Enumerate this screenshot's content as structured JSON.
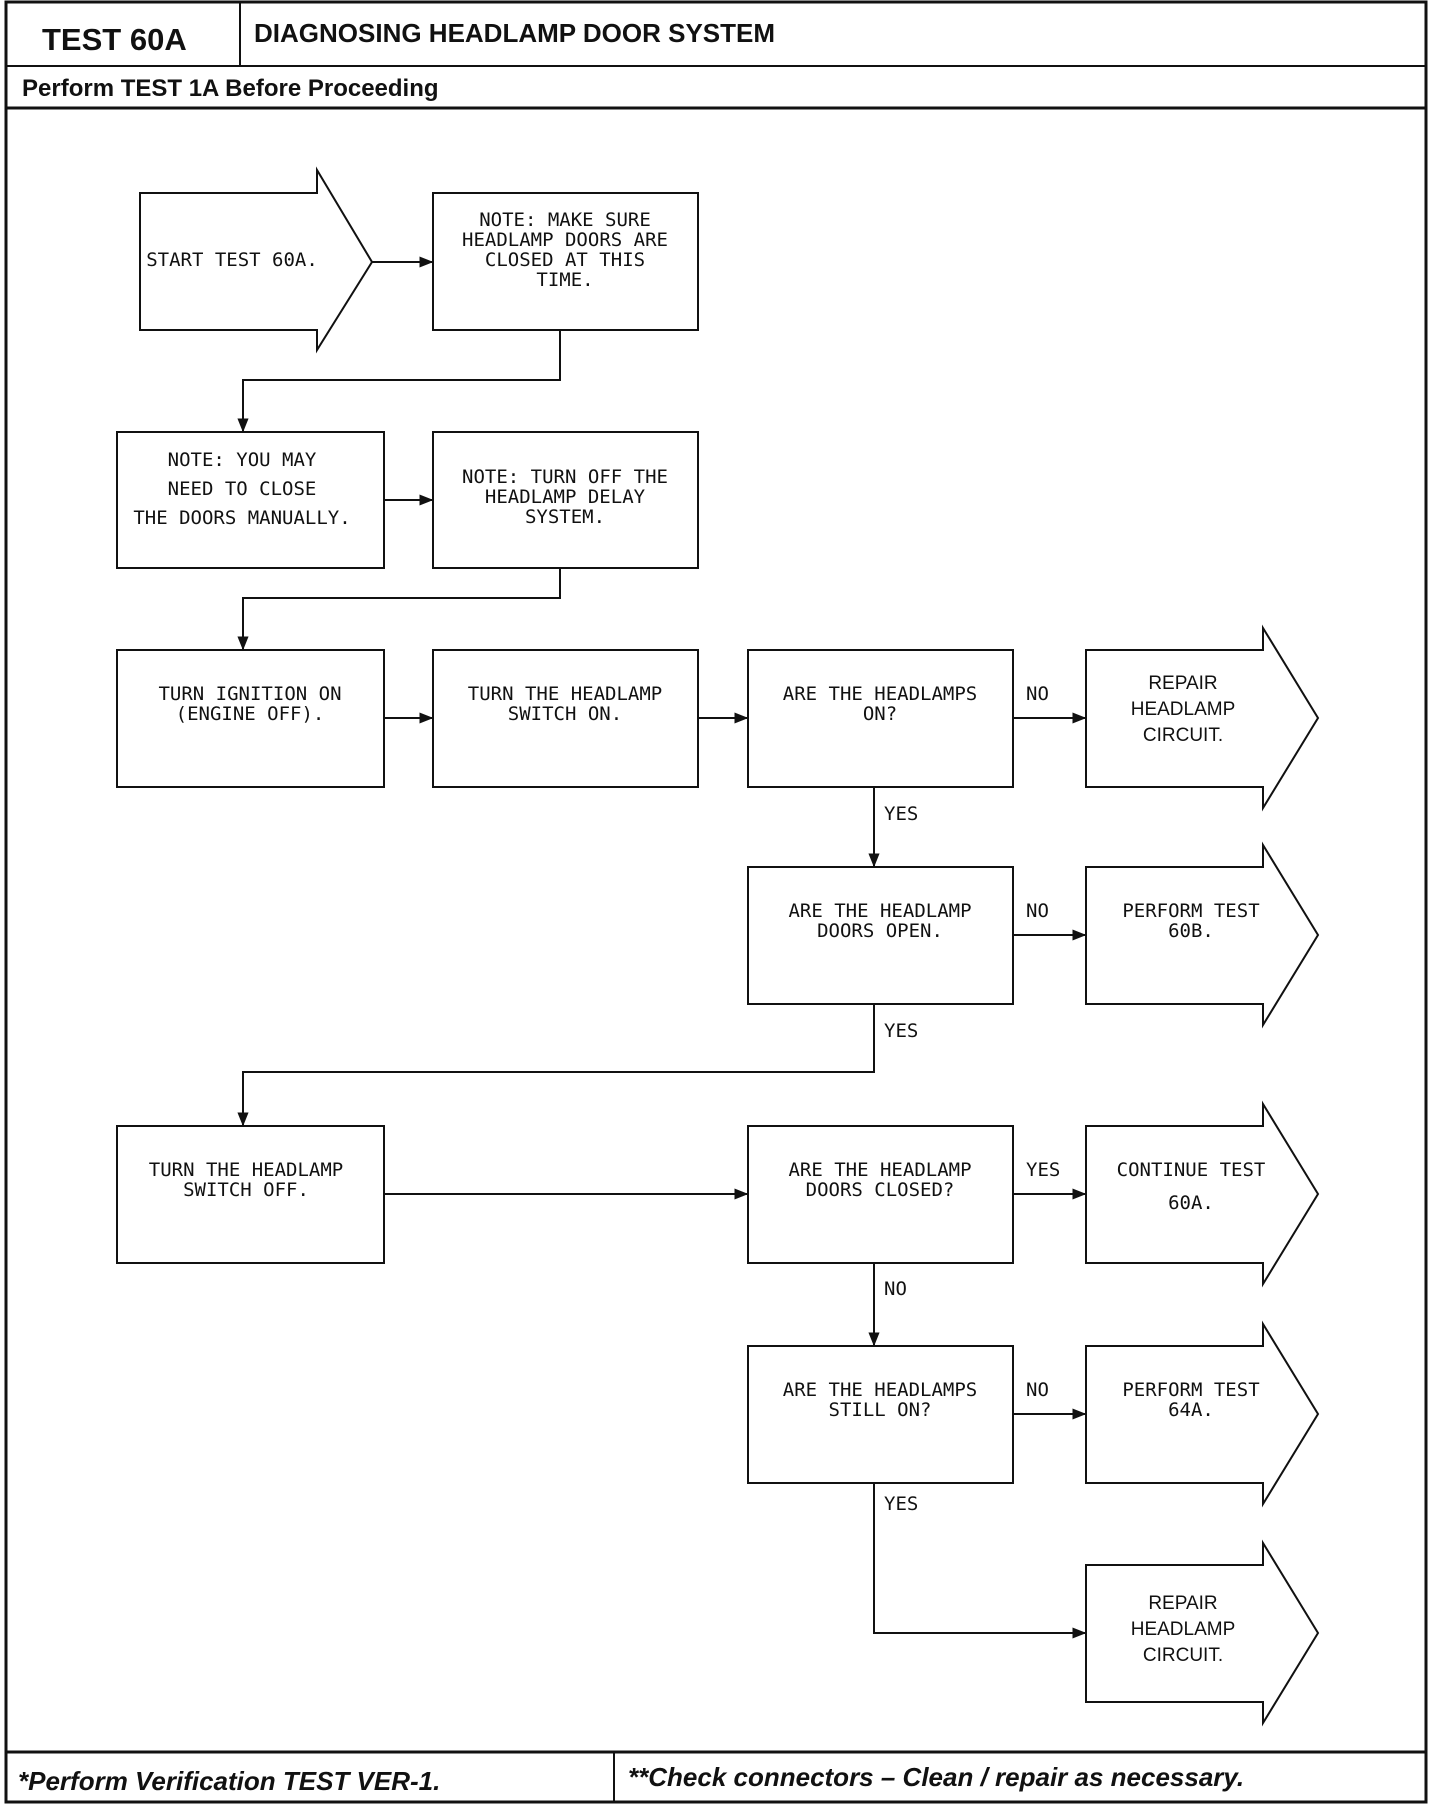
{
  "header": {
    "test_id": "TEST 60A",
    "title": "DIAGNOSING HEADLAMP DOOR SYSTEM",
    "prereq": "Perform TEST 1A Before Proceeding"
  },
  "footer": {
    "left": "*Perform Verification TEST VER-1.",
    "right": "**Check connectors – Clean / repair as necessary."
  },
  "flowchart": {
    "start": [
      "START TEST 60A."
    ],
    "note_closed": [
      "NOTE: MAKE SURE",
      "HEADLAMP DOORS ARE",
      "CLOSED AT THIS",
      "TIME."
    ],
    "note_manual": [
      "NOTE: YOU MAY",
      "NEED TO CLOSE",
      "THE DOORS MANUALLY."
    ],
    "note_delay": [
      "NOTE: TURN OFF THE",
      "HEADLAMP DELAY",
      "SYSTEM."
    ],
    "ignition_on": [
      "TURN IGNITION ON",
      "(ENGINE OFF)."
    ],
    "switch_on": [
      "TURN THE HEADLAMP",
      "SWITCH ON."
    ],
    "q_lamps_on": [
      "ARE THE HEADLAMPS",
      "ON?"
    ],
    "repair_1": [
      "REPAIR",
      "HEADLAMP",
      "CIRCUIT."
    ],
    "q_doors_open": [
      "ARE THE HEADLAMP",
      "DOORS OPEN."
    ],
    "perform_60b": [
      "PERFORM TEST",
      "60B."
    ],
    "switch_off": [
      "TURN THE HEADLAMP",
      "SWITCH OFF."
    ],
    "q_doors_closed": [
      "ARE THE HEADLAMP",
      "DOORS CLOSED?"
    ],
    "continue_60a": [
      "CONTINUE TEST",
      "60A."
    ],
    "q_still_on": [
      "ARE THE HEADLAMPS",
      "STILL ON?"
    ],
    "perform_64a": [
      "PERFORM TEST",
      "64A."
    ],
    "repair_2": [
      "REPAIR",
      "HEADLAMP",
      "CIRCUIT."
    ],
    "labels": {
      "no_1": "NO",
      "yes_1": "YES",
      "no_2": "NO",
      "yes_2": "YES",
      "yes_3": "YES",
      "no_3": "NO",
      "no_4": "NO",
      "yes_4": "YES"
    }
  }
}
